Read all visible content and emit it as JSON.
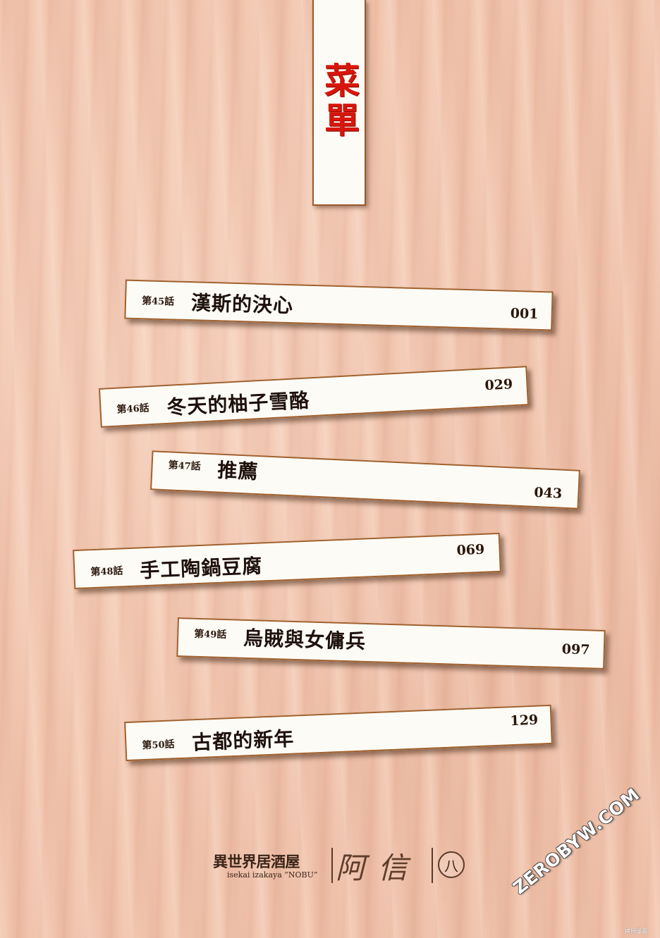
{
  "header": {
    "title": "菜單"
  },
  "toc": {
    "episode_prefix": "第",
    "episode_suffix": "話",
    "entries": [
      {
        "episode": "45",
        "title": "漢斯的決心",
        "page": "001"
      },
      {
        "episode": "46",
        "title": "冬天的柚子雪酪",
        "page": "029"
      },
      {
        "episode": "47",
        "title": "推薦",
        "page": "043"
      },
      {
        "episode": "48",
        "title": "手工陶鍋豆腐",
        "page": "069"
      },
      {
        "episode": "49",
        "title": "烏賊與女傭兵",
        "page": "097"
      },
      {
        "episode": "50",
        "title": "古都的新年",
        "page": "129"
      }
    ]
  },
  "footer": {
    "series_jp": "異世界居酒屋",
    "series_en": "isekai izakaya “NOBU”",
    "series_name": "阿信",
    "volume": "八"
  },
  "watermark": {
    "site": "ZEROBYW.COM",
    "credit": "拷貝漫畫"
  },
  "colors": {
    "title_red": "#d8160b",
    "tag_border": "#a0612e",
    "paper": "#fdfbf6",
    "wood": "#efc0a8"
  }
}
